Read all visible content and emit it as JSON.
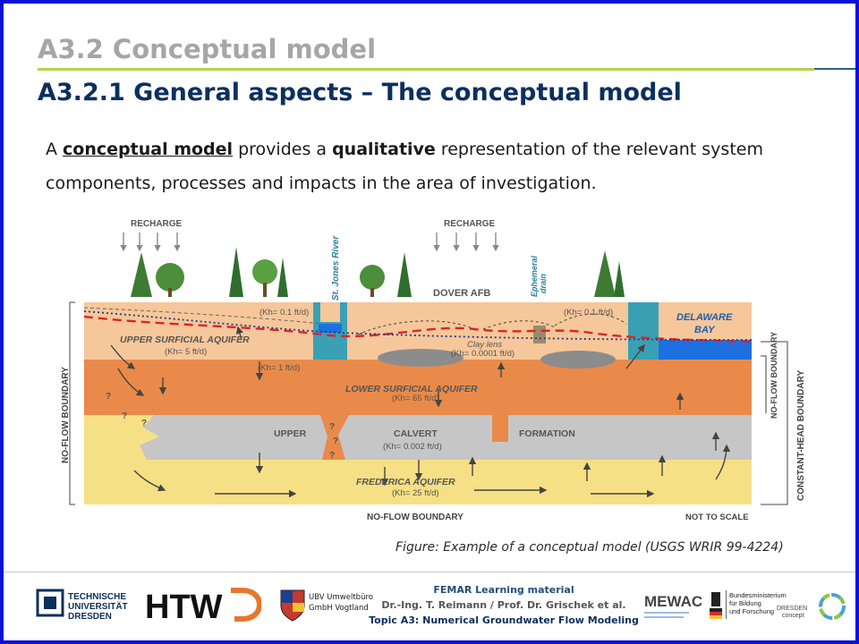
{
  "slide": {
    "section_title": "A3.2 Conceptual model",
    "subsection_title": "A3.2.1 General aspects – The conceptual model",
    "intro": {
      "p1": "A ",
      "p2": "conceptual model",
      "p3": " provides a ",
      "p4": "qualitative",
      "p5": " representation of the relevant system components, processes and impacts in the area of investigation."
    },
    "caption": "Figure: Example of a conceptual model (USGS WRIR 99-4224)"
  },
  "figure": {
    "recharge_left": "RECHARGE",
    "recharge_right": "RECHARGE",
    "st_jones_river": "St. Jones River",
    "ephemeral_drain_1": "Ephemeral",
    "ephemeral_drain_2": "drain",
    "dover_afb": "DOVER AFB",
    "delaware_bay_1": "DELAWARE",
    "delaware_bay_2": "BAY",
    "kh_01_left": "(Kh= 0.1 ft/d)",
    "kh_01_right": "(Kh= 0.1 ft/d)",
    "upper_surficial": "UPPER SURFICIAL AQUIFER",
    "kh_5": "(Kh= 5 ft/d)",
    "kh_1": "(Kh= 1 ft/d)",
    "clay_lens": "Clay lens",
    "kh_00001": "(Kh= 0.0001 ft/d)",
    "lower_surficial": "LOWER SURFICIAL AQUIFER",
    "kh_65": "(Kh= 65 ft/d)",
    "upper": "UPPER",
    "calvert": "CALVERT",
    "formation": "FORMATION",
    "kh_0002": "(Kh= 0.002 ft/d)",
    "frederica": "FREDERICA      AQUIFER",
    "kh_25": "(Kh= 25 ft/d)",
    "no_flow_boundary_left": "NO-FLOW BOUNDARY",
    "no_flow_boundary_bottom": "NO-FLOW BOUNDARY",
    "no_flow_boundary_right": "NO-FLOW BOUNDARY",
    "constant_head_boundary": "CONSTANT-HEAD BOUNDARY",
    "not_to_scale": "NOT TO SCALE",
    "question": "?"
  },
  "footer": {
    "tud_line1": "TECHNISCHE",
    "tud_line2": "UNIVERSITÄT",
    "tud_line3": "DRESDEN",
    "htw": "HTW",
    "ubv_line1": "UBV Umweltbüro",
    "ubv_line2": "GmbH Vogtland",
    "femar": "FEMAR Learning  material",
    "authors": "Dr.-Ing. T. Reimann / Prof. Dr. Grischek et al.",
    "topic": "Topic A3: Numerical Groundwater Flow Modeling",
    "mewac": "MEWAC",
    "bmbf_line1": "Bundesministerium",
    "bmbf_line2": "für Bildung",
    "bmbf_line3": "und Forschung",
    "dresden_line1": "DRESDEN",
    "dresden_line2": "concept"
  }
}
